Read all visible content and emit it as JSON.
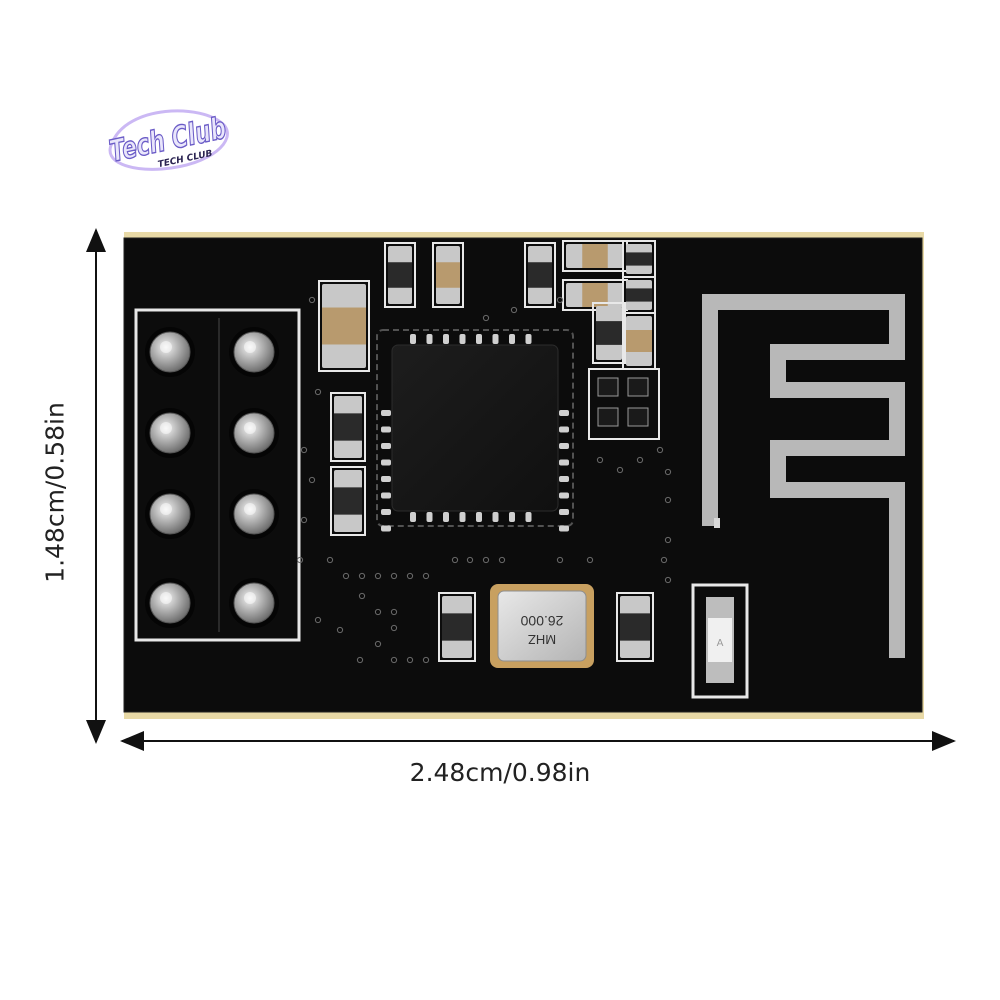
{
  "brand": {
    "logo_text_big": "Tech Club",
    "logo_text_small": "TECH CLUB"
  },
  "dimensions": {
    "width_label": "2.48cm/0.98in",
    "height_label": "1.48cm/0.58in"
  },
  "module": {
    "crystal_line1": "26.000",
    "crystal_line2": "MHZ",
    "pin_count": 8
  },
  "colors": {
    "pcb": "#0c0c0c",
    "silkscreen": "#e8e8e8",
    "pad_silver": "#b9b9b9",
    "pcb_edge": "#e8d9a6",
    "crystal_gold": "#c8a060",
    "logo_purple": "#6b5cc7"
  }
}
